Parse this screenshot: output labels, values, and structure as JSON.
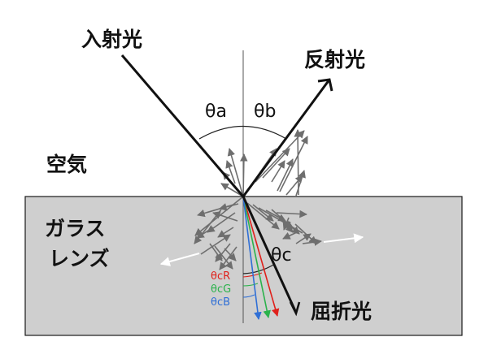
{
  "labels": {
    "incident": "入射光",
    "reflected": "反射光",
    "air": "空気",
    "glass_line1": "ガラス",
    "glass_line2": "レンズ",
    "refracted": "屈折光",
    "theta_a": "θa",
    "theta_b": "θb",
    "theta_c": "θc",
    "theta_cR": "θcR",
    "theta_cG": "θcG",
    "theta_cB": "θcB"
  },
  "colors": {
    "glass": "#cfcfcf",
    "glass_border": "#1a1a1a",
    "main_ray": "#111111",
    "scatter": "#6e6e6e",
    "red": "#e0201b",
    "green": "#2bb24c",
    "blue": "#2f6fd6",
    "white_ray": "#ffffff"
  }
}
